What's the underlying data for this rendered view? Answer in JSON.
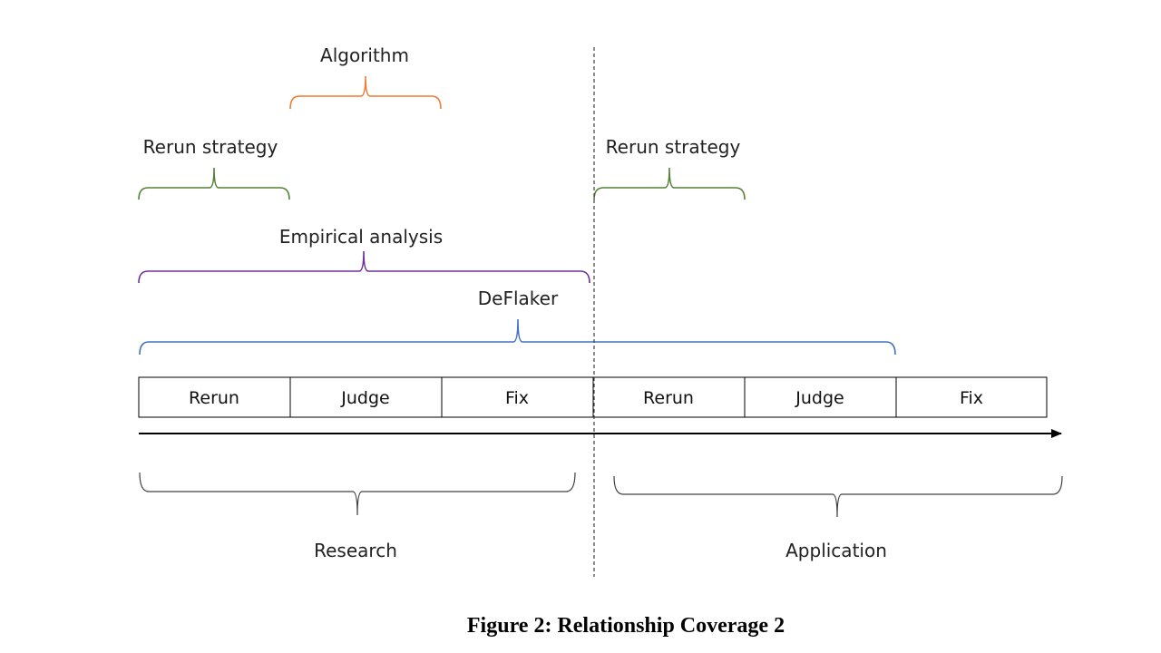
{
  "colors": {
    "algorithm": "#ED7D31",
    "rerun_strategy": "#548235",
    "empirical": "#7030A0",
    "deflaker": "#4472C4",
    "neutral": "#404040"
  },
  "braces": {
    "algorithm": "Algorithm",
    "rerun_research": "Rerun strategy",
    "rerun_application": "Rerun strategy",
    "empirical": "Empirical analysis",
    "deflaker": "DeFlaker"
  },
  "stages": [
    "Rerun",
    "Judge",
    "Fix",
    "Rerun",
    "Judge",
    "Fix"
  ],
  "phases": {
    "research": "Research",
    "application": "Application"
  },
  "caption": "Figure 2: Relationship Coverage 2"
}
